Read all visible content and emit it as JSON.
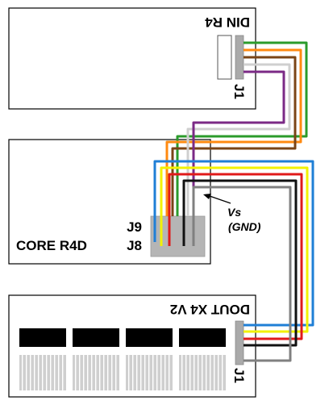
{
  "boards": {
    "din": {
      "title": "DIN R4",
      "connector": "J1"
    },
    "core": {
      "title": "CORE R4D",
      "connector_top": "J9",
      "connector_bottom": "J8"
    },
    "dout": {
      "title": "DOUT X4 V2",
      "connector": "J1"
    }
  },
  "annotation": {
    "line1": "Vs",
    "line2": "(GND)"
  },
  "wire_colors": {
    "green": "#2b9b2b",
    "orange": "#ff8a10",
    "brown": "#7a4416",
    "light_gray": "#cfcfcf",
    "purple": "#7b2a86",
    "blue": "#1f7fd6",
    "yellow": "#f2f200",
    "red": "#e01a1a",
    "black": "#111111",
    "gray": "#808080"
  }
}
